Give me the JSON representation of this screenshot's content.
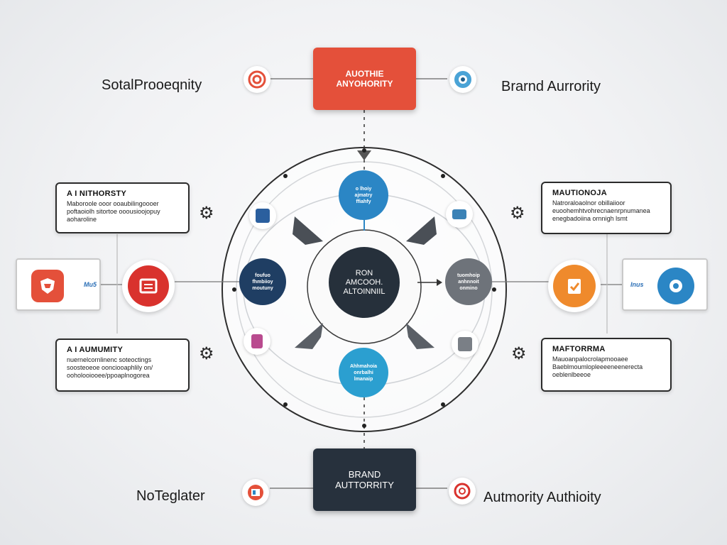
{
  "top": {
    "left_label": "SotalProoeqnity",
    "box_line1": "AUOTHIE",
    "box_line2": "ANYOHORITY",
    "right_label": "Brarnd Aurrority"
  },
  "bottom": {
    "left_label": "NoTeglater",
    "box_line1": "BRAND",
    "box_line2": "AUTTORRITY",
    "right_label": "Autmority Authioity"
  },
  "center": {
    "line1": "RON",
    "line2": "AMCOOH.",
    "line3": "ALTOINNIIL"
  },
  "nodes": {
    "top_lines": [
      "o lhoiy",
      "ajmatry",
      "ffiahfy"
    ],
    "left_lines": [
      "foufuo",
      "fhmbiioy",
      "moutuny"
    ],
    "right_lines": [
      "tuomhoip",
      "anhnnoit",
      "onmino"
    ],
    "bottom_lines": [
      "Ahhmahoia",
      "onrbalhi",
      "lmanaip"
    ]
  },
  "cards": {
    "top_left": {
      "title": "A I NITHORSTY",
      "lines": [
        "Maboroole ooor ooaubilingoooer",
        "poftaoiolh sitortoe ooousioojopuy",
        "aoharoline"
      ]
    },
    "bottom_left": {
      "title": "A I AUMUMITY",
      "lines": [
        "nuernelcornlinenc soteoctings",
        "soosteoeoe oonciooaphlily on/",
        "ooholooiooee/ppoaplnogorea"
      ]
    },
    "top_right": {
      "title": "MAUTIONOJA",
      "lines": [
        "Natroraloaolnor obillaiioor",
        "euoohemhtvohrecnaenrpnumanea",
        "enegbadoiina ornnigh lsmt"
      ]
    },
    "bottom_right": {
      "title": "MAFTORRMA",
      "lines": [
        "Mauoanpalocrolapmooaee",
        "Baeblmoumlopleeeeneenerecta",
        "oeblenlbeeoe"
      ]
    }
  },
  "side": {
    "left_text": "Mu5",
    "right_text": "Inus"
  },
  "colors": {
    "orange_red": "#e4503a",
    "navy": "#27313d",
    "blue": "#2b86c5",
    "dark_blue": "#1f3e63",
    "gray": "#6e737a",
    "orange": "#ef8a2c"
  }
}
